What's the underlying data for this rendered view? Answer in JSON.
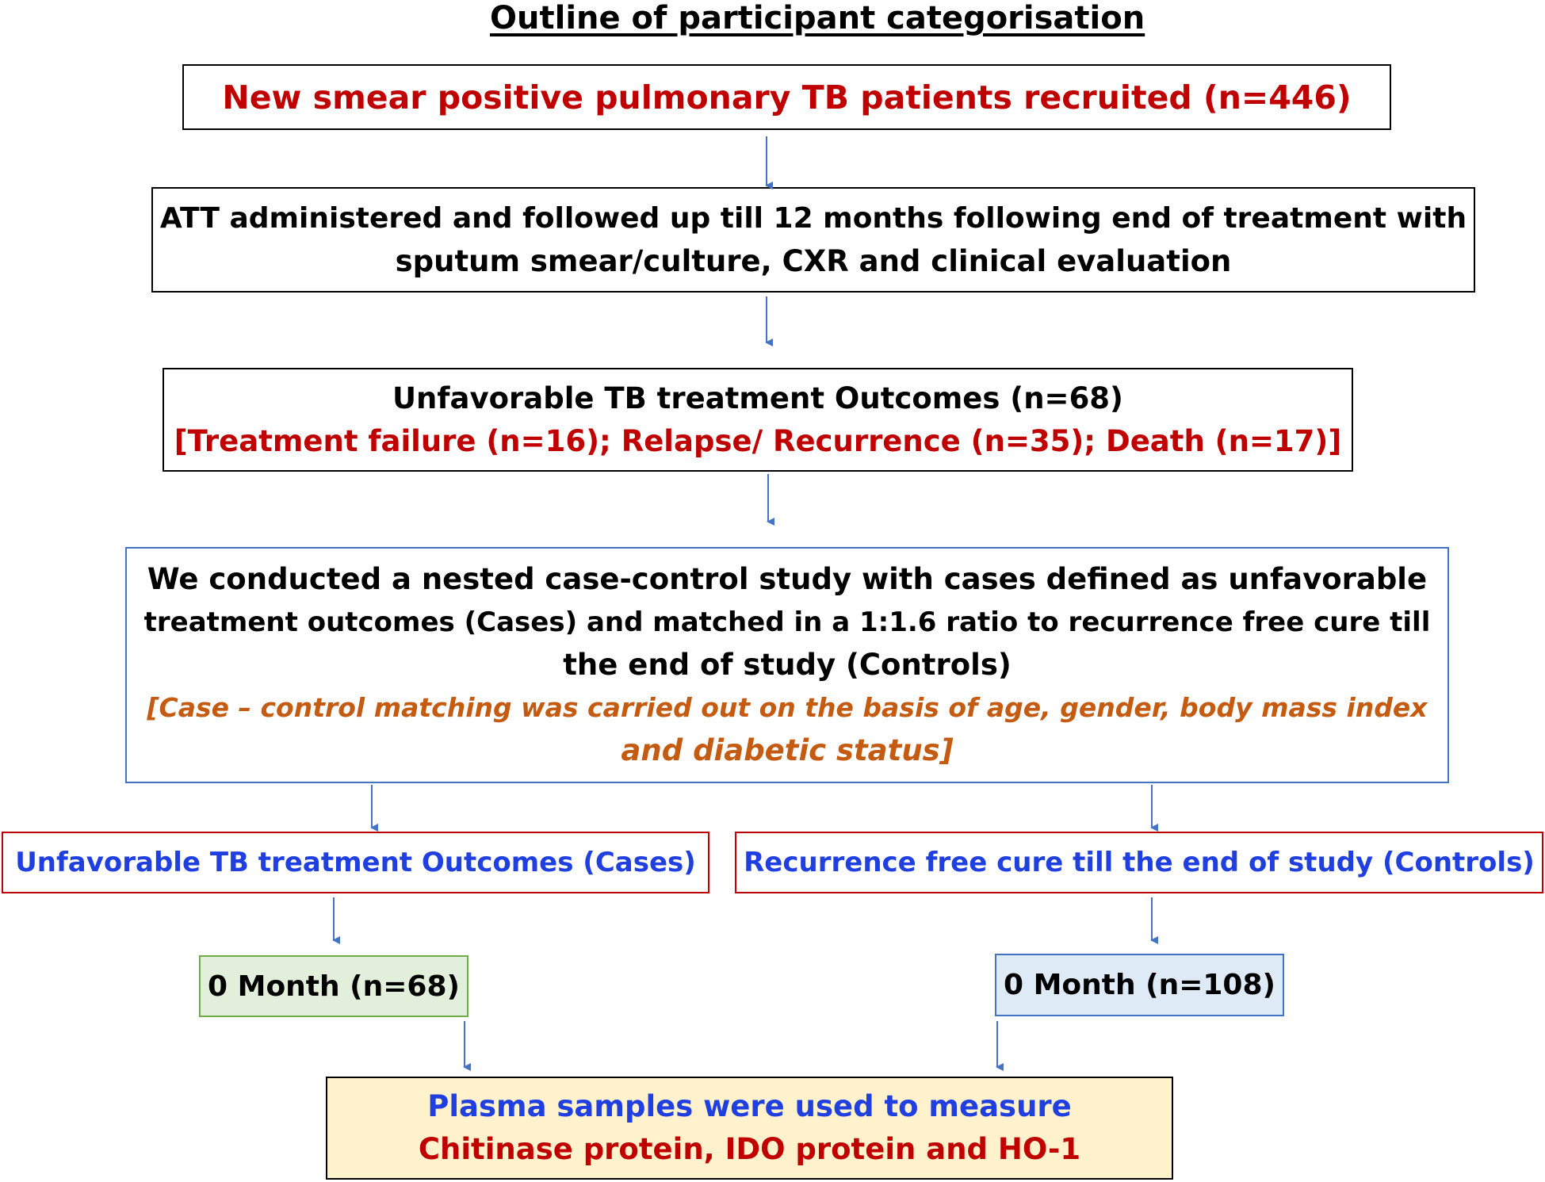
{
  "title": "Outline of participant categorisation",
  "recruited": {
    "text": "New smear positive pulmonary TB patients recruited (n=446)"
  },
  "followup": {
    "line1": "ATT administered and followed up till 12 months following end of treatment with",
    "line2": "sputum smear/culture, CXR and clinical evaluation"
  },
  "outcomes": {
    "line1": "Unfavorable TB treatment Outcomes (n=68)",
    "line2": "[Treatment failure (n=16); Relapse/ Recurrence (n=35); Death (n=17)]"
  },
  "study": {
    "line1": "We conducted a nested case-control study with cases defined as unfavorable",
    "line2": "treatment outcomes (Cases) and matched in a 1:1.6 ratio to recurrence free cure till",
    "line3": "the end of study (Controls)",
    "note_line1": "[Case – control matching was carried out on the basis of age, gender, body mass index",
    "note_line2": "and diabetic status]"
  },
  "cases": {
    "text": "Unfavorable TB treatment Outcomes (Cases)"
  },
  "controls": {
    "text": "Recurrence free cure till the end of study (Controls)"
  },
  "month_cases": {
    "text": "0 Month (n=68)"
  },
  "month_controls": {
    "text": "0 Month (n=108)"
  },
  "plasma": {
    "line1": "Plasma samples were used to measure",
    "line2": "Chitinase protein, IDO protein and HO-1"
  },
  "colors": {
    "red_text": "#c00000",
    "blue_text": "#1f3fe0",
    "orange_text": "#c55a11",
    "arrow": "#4472c4",
    "green_fill": "#e2efda",
    "blue_fill": "#deebf7",
    "yellow_fill": "#fff2cc"
  }
}
